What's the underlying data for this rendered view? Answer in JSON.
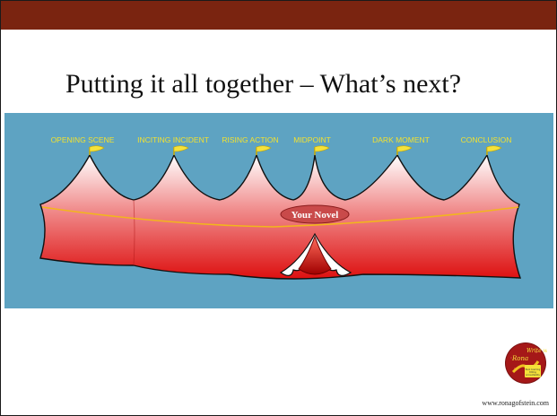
{
  "slide": {
    "title": "Putting it all together – What’s next?",
    "footer_url": "www.ronagofstein.com"
  },
  "diagram": {
    "stages": [
      "OPENING SCENE",
      "INCITING INCIDENT",
      "RISING ACTION",
      "MIDPOINT",
      "DARK MOMENT",
      "CONCLUSION"
    ],
    "center_label": "Your Novel"
  },
  "logo": {
    "text_main": "Write with",
    "text_name": "Rona",
    "text_tag": "Book Coaching Editing Accountability"
  },
  "colors": {
    "top_bar": "#7a2410",
    "diagram_bg": "#5ea3c2",
    "label": "#f2e130",
    "tent_red": "#e01414",
    "flag": "#f5e23a",
    "rope": "#f2b61c"
  }
}
